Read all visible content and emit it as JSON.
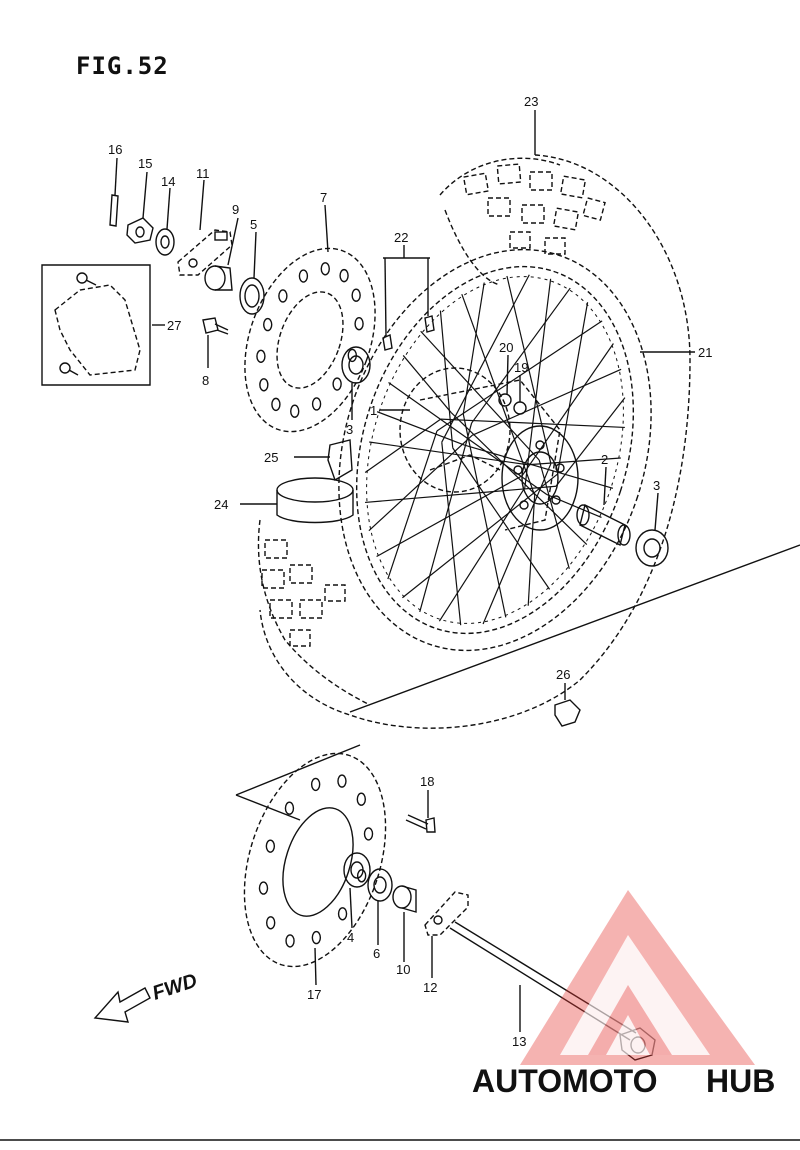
{
  "figure": {
    "title": "FIG.52"
  },
  "callouts": [
    "23",
    "16",
    "15",
    "14",
    "11",
    "9",
    "5",
    "7",
    "22",
    "27",
    "8",
    "20",
    "19",
    "21",
    "1",
    "3",
    "25",
    "24",
    "2",
    "3",
    "26",
    "18",
    "4",
    "6",
    "10",
    "12",
    "17",
    "13"
  ],
  "fwd_label": "FWD",
  "watermark": {
    "brand_a": "AUTOMOTO",
    "brand_b": "HUB",
    "color_a": "#f5b07a",
    "color_b": "#9a9a9a",
    "logo_color": "#e53935"
  }
}
